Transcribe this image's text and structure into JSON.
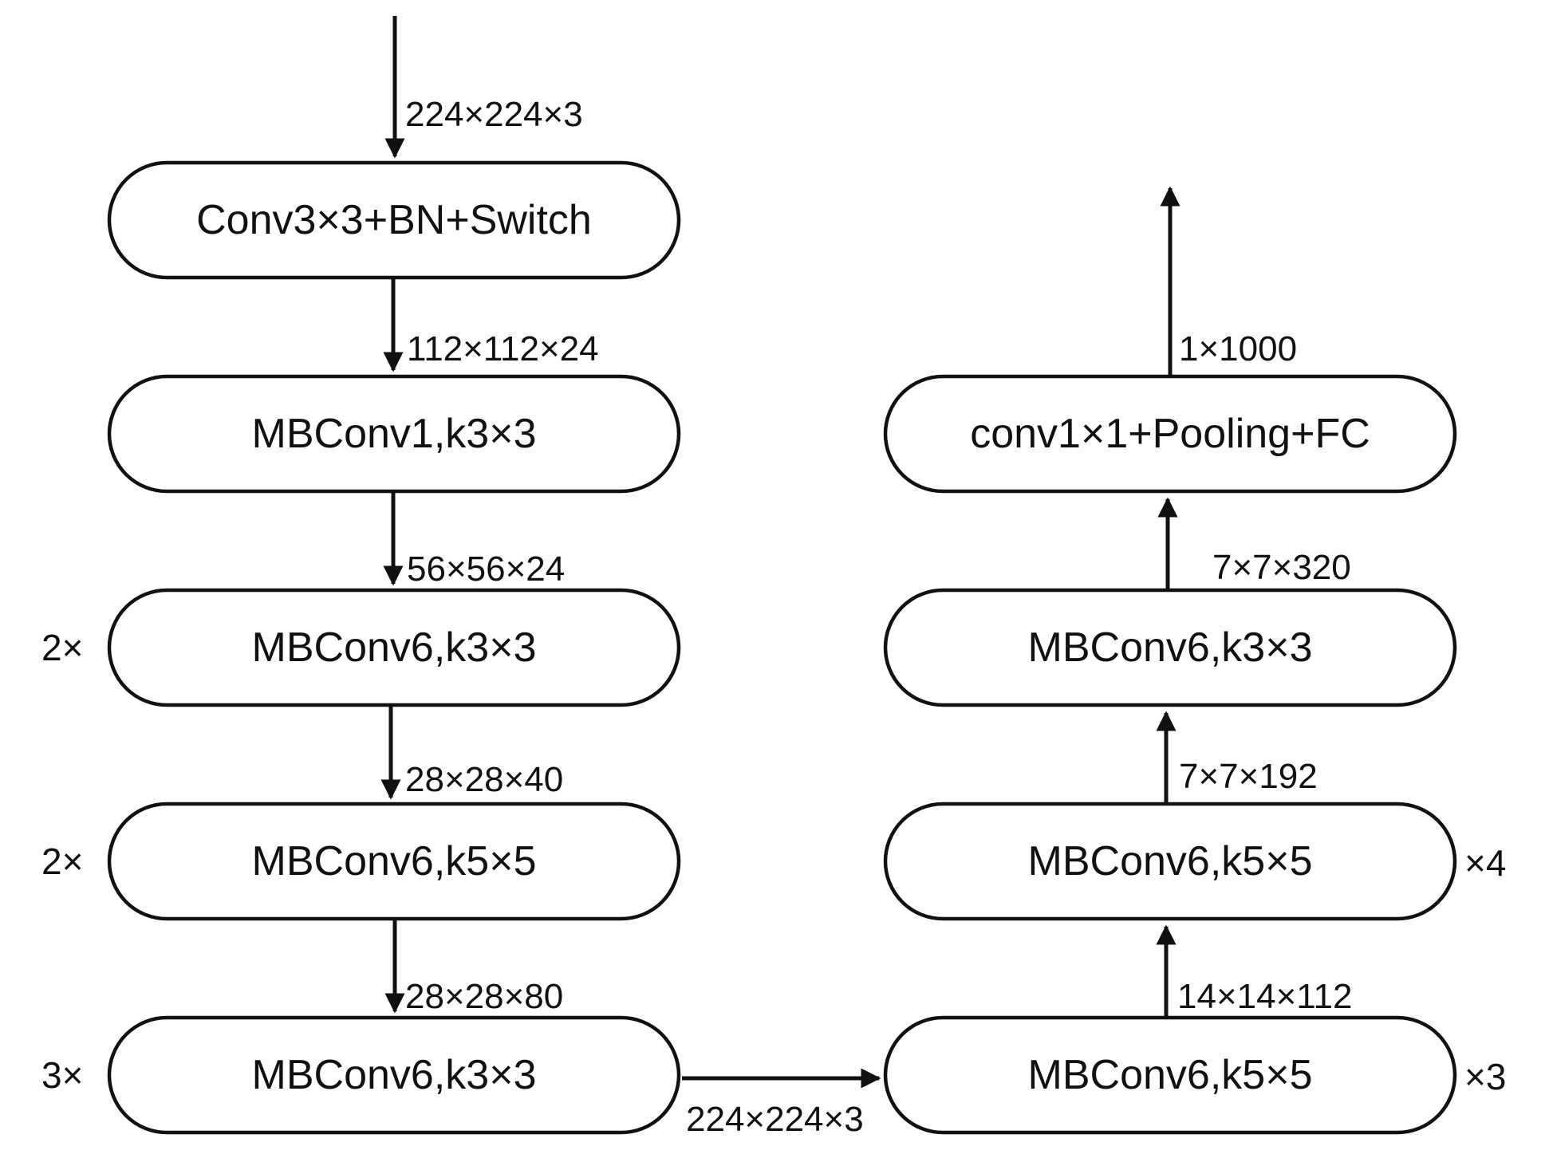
{
  "nodes": {
    "stem": {
      "label": "Conv3×3+BN+Switch"
    },
    "mb1": {
      "label": "MBConv1,k3×3"
    },
    "mb6a": {
      "label": "MBConv6,k3×3",
      "repeat": "2×"
    },
    "mb6b": {
      "label": "MBConv6,k5×5",
      "repeat": "2×"
    },
    "mb6c": {
      "label": "MBConv6,k3×3",
      "repeat": "3×"
    },
    "mb6d": {
      "label": "MBConv6,k5×5",
      "repeat": "×3"
    },
    "mb6e": {
      "label": "MBConv6,k5×5",
      "repeat": "×4"
    },
    "mb6f": {
      "label": "MBConv6,k3×3"
    },
    "head": {
      "label": "conv1×1+Pooling+FC"
    }
  },
  "edges": {
    "input": "224×224×3",
    "e1": "112×112×24",
    "e2": "56×56×24",
    "e3": "28×28×40",
    "e4": "28×28×80",
    "e5": "224×224×3",
    "e6": "14×14×112",
    "e7": "7×7×192",
    "e8": "7×7×320",
    "output": "1×1000"
  }
}
